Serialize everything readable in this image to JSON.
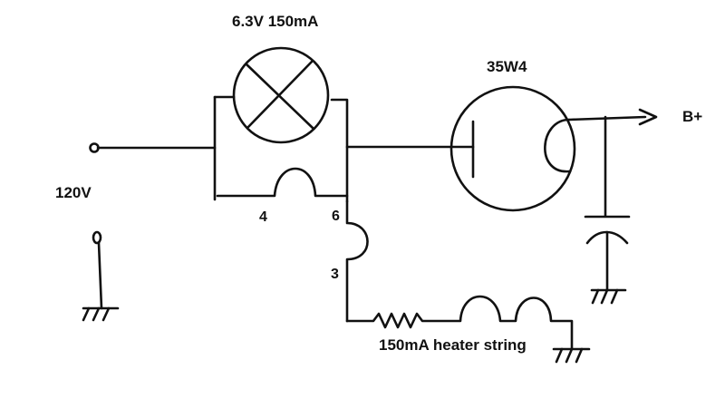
{
  "labels": {
    "pilot_lamp": "6.3V 150mA",
    "rectifier_tube": "35W4",
    "output": "B+",
    "input_voltage": "120V",
    "pin_4": "4",
    "pin_6": "6",
    "pin_3": "3",
    "heater_string": "150mA heater string"
  }
}
